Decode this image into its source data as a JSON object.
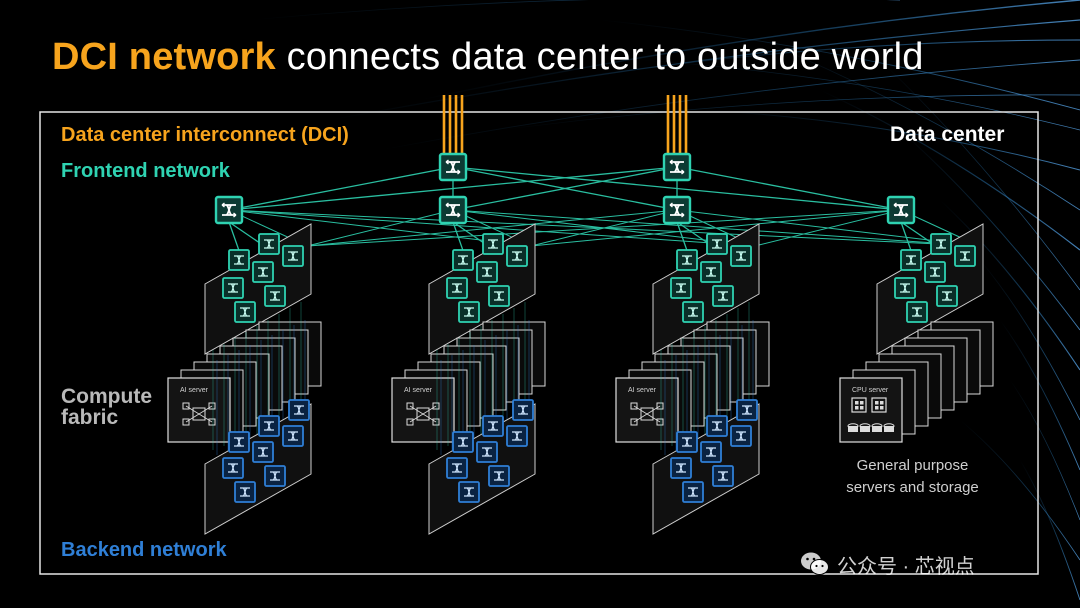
{
  "title": {
    "accent": "DCI network",
    "rest": " connects data center to outside world"
  },
  "labels": {
    "dci": "Data center interconnect (DCI)",
    "frontend": "Frontend network",
    "data_center": "Data center",
    "compute_line1": "Compute",
    "compute_line2": "fabric",
    "backend": "Backend network",
    "general_line1": "General purpose",
    "general_line2": "servers and storage"
  },
  "server_stacks": [
    {
      "label": "AI server",
      "kind": "ai"
    },
    {
      "label": "AI server",
      "kind": "ai"
    },
    {
      "label": "AI server",
      "kind": "ai"
    },
    {
      "label": "CPU server",
      "kind": "cpu"
    }
  ],
  "watermark": {
    "text": "公众号 · 芯视点"
  },
  "colors": {
    "accent_orange": "#f7a41d",
    "frontend_teal": "#2fd3b2",
    "backend_blue": "#2f7fd6",
    "text_white": "#ffffff",
    "compute_gray": "#b9b9b9"
  }
}
